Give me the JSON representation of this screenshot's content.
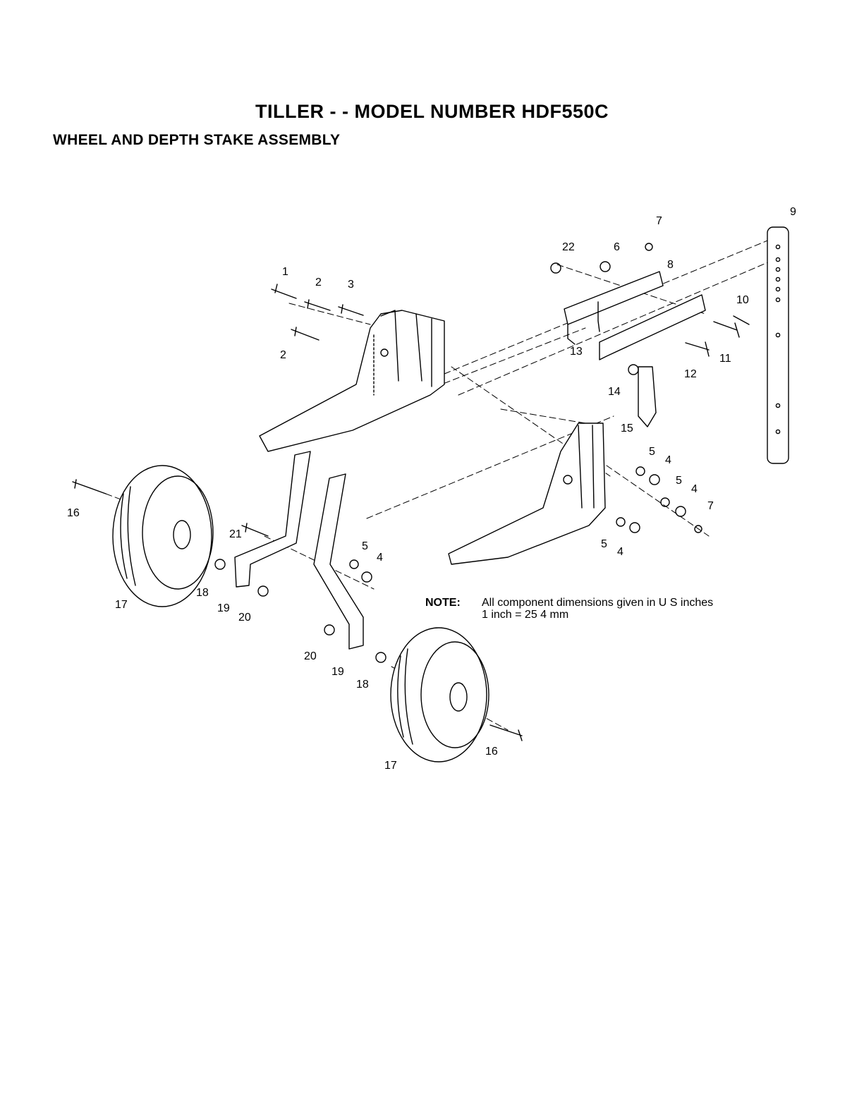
{
  "title": "TILLER - - MODEL NUMBER HDF550C",
  "subtitle": "WHEEL AND DEPTH STAKE ASSEMBLY",
  "note": {
    "label": "NOTE:",
    "line1": "All component dimensions given in U S  inches",
    "line2": "1 inch = 25 4 mm"
  },
  "callouts": {
    "c1": "1",
    "c2a": "2",
    "c2b": "2",
    "c3": "3",
    "c4a": "4",
    "c4b": "4",
    "c4c": "4",
    "c4d": "4",
    "c5a": "5",
    "c5b": "5",
    "c5c": "5",
    "c5d": "5",
    "c6": "6",
    "c7a": "7",
    "c7b": "7",
    "c8": "8",
    "c9": "9",
    "c10": "10",
    "c11": "11",
    "c12": "12",
    "c13": "13",
    "c14": "14",
    "c15": "15",
    "c16a": "16",
    "c16b": "16",
    "c17a": "17",
    "c17b": "17",
    "c18a": "18",
    "c18b": "18",
    "c19a": "19",
    "c19b": "19",
    "c20a": "20",
    "c20b": "20",
    "c21": "21",
    "c22": "22"
  }
}
